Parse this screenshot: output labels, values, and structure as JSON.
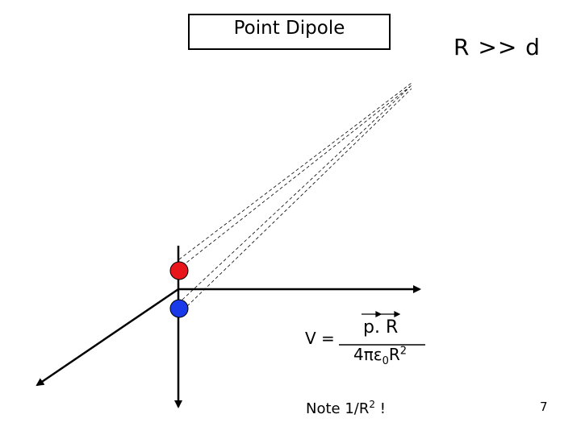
{
  "title": "Point Dipole",
  "condition": "R >> d",
  "formula": {
    "lhs": "V =",
    "numerator_p": "p",
    "numerator_dot": ".",
    "numerator_R": "R",
    "denominator_prefix": "4",
    "denominator_pi": "π",
    "denominator_eps": "ε",
    "denominator_sub": "0",
    "denominator_R": "R",
    "denominator_sup": "2"
  },
  "note": {
    "prefix": "Note 1/R",
    "sup": "2",
    "suffix": " !"
  },
  "page_number": "7",
  "colors": {
    "positive_charge": "#e8151b",
    "negative_charge": "#1a39e8",
    "axis": "#000000"
  }
}
